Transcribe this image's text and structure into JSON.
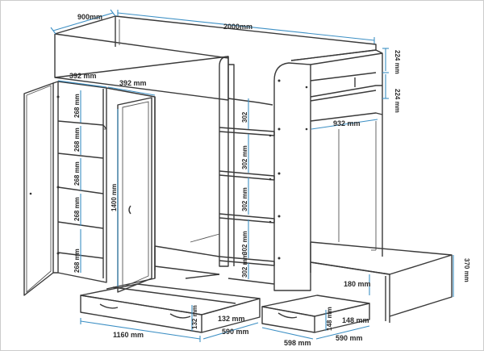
{
  "dimensions": {
    "depth": "900mm",
    "length": "2000mm",
    "top_shelf_a": "224 mm",
    "top_shelf_b": "224 mm",
    "wardrobe_width_a": "392 mm",
    "wardrobe_width_b": "392 mm",
    "shelf_gap_1": "268 mm",
    "shelf_gap_2": "268 mm",
    "shelf_gap_3": "268 mm",
    "shelf_gap_4": "268 mm",
    "shelf_gap_5": "268 mm",
    "door_height": "1400 mm",
    "ladder_step_1": "302",
    "ladder_step_2": "302 mm",
    "ladder_step_3": "302 mm",
    "ladder_step_4": "302 mm",
    "ladder_step_5": "302 mm",
    "right_width": "932 mm",
    "drawer1_front_height": "132 mm",
    "drawer1_height": "132 mm",
    "drawer1_length": "1160 mm",
    "drawer1_depth": "590 mm",
    "drawer2_front_height": "148 mm",
    "drawer2_height": "148 mm",
    "drawer2_length": "598 mm",
    "drawer2_depth": "590 mm",
    "bed_gap": "180 mm",
    "bed_height": "370 mm"
  }
}
